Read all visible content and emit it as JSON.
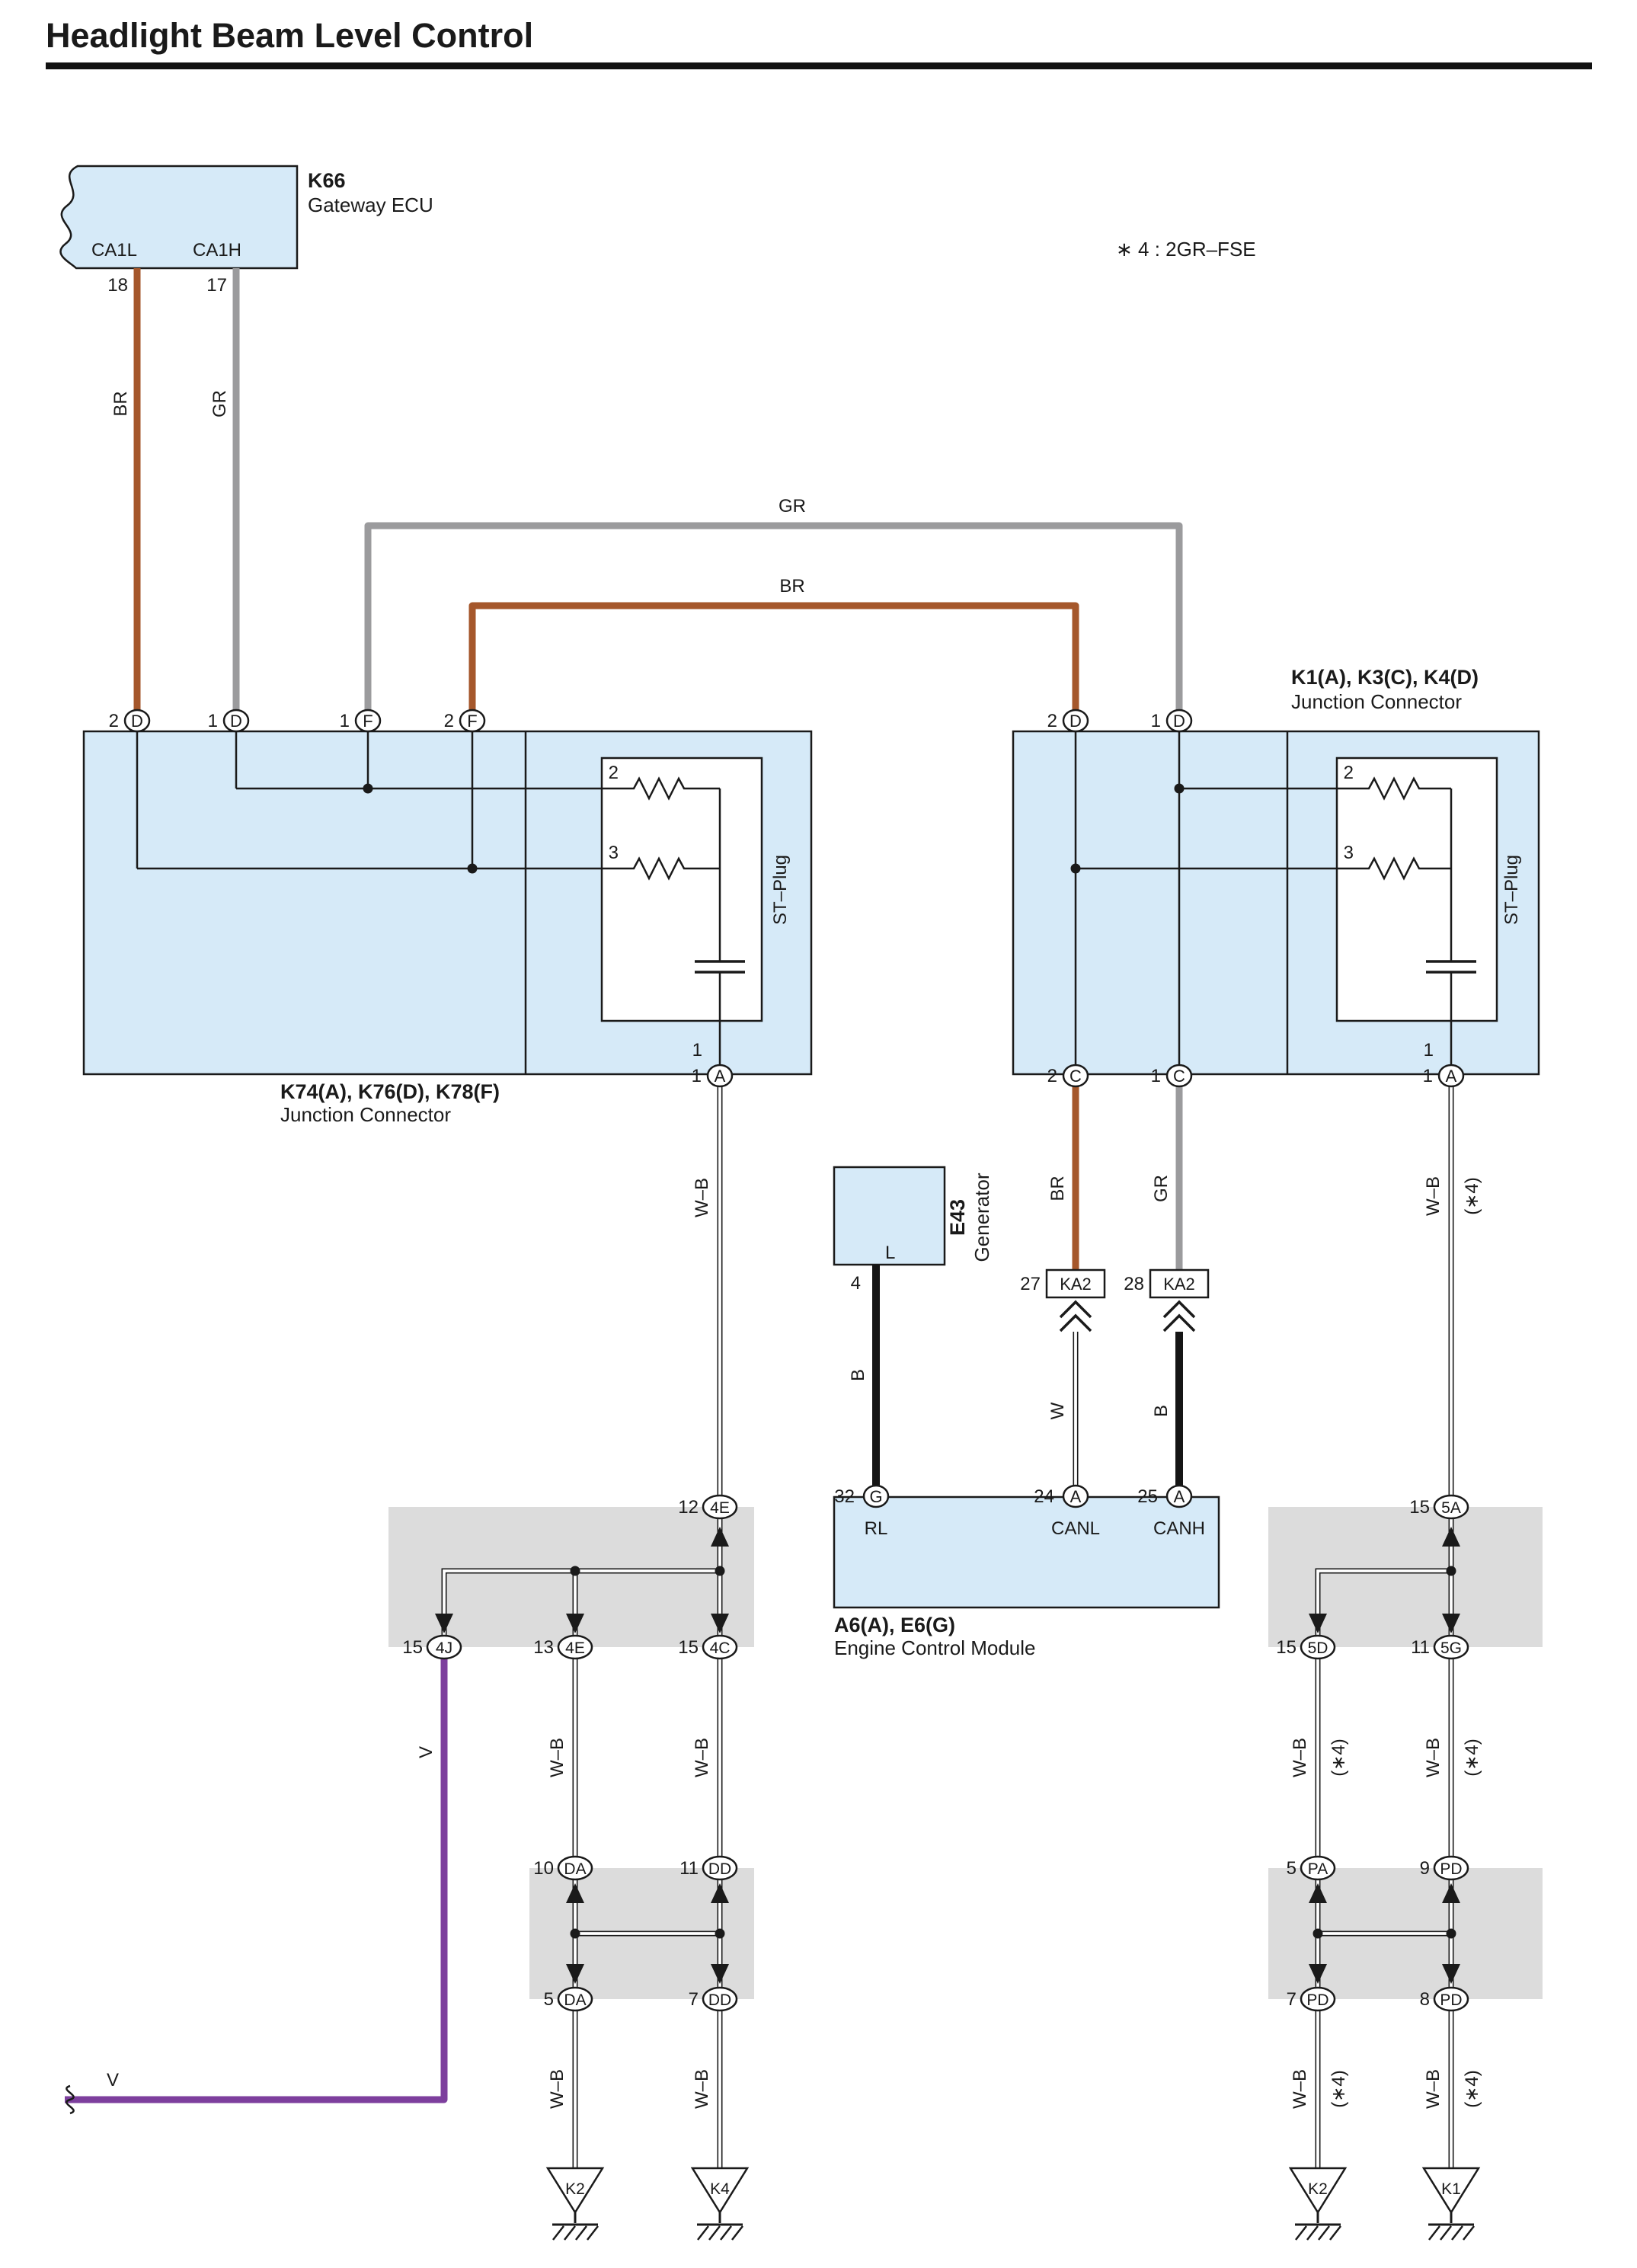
{
  "palette": {
    "box_fill": "#d6eaf8",
    "band_fill": "#dcdcdc",
    "wire_br": "#a5572b",
    "wire_gr": "#9b9b9d",
    "wire_v": "#7d3f9d",
    "wire_b": "#151515"
  },
  "title": "Headlight Beam Level Control",
  "note": "∗ 4 : 2GR–FSE",
  "gateway": {
    "code": "K66",
    "name": "Gateway ECU",
    "pin1_num": "18",
    "pin1_name": "CA1L",
    "pin2_num": "17",
    "pin2_name": "CA1H"
  },
  "wire": {
    "br": "BR",
    "gr": "GR",
    "wb": "W–B",
    "w": "W",
    "b": "B",
    "v": "V",
    "star4": "(∗4)"
  },
  "left_jc": {
    "code": "K74(A), K76(D), K78(F)",
    "name": "Junction Connector",
    "stplug": "ST–Plug",
    "res2": "2",
    "res3": "3",
    "inner_pin": "1",
    "t1_num": "2",
    "t1_ltr": "D",
    "t2_num": "1",
    "t2_ltr": "D",
    "t3_num": "1",
    "t3_ltr": "F",
    "t4_num": "2",
    "t4_ltr": "F",
    "b1_num": "1",
    "b1_ltr": "A"
  },
  "right_jc": {
    "code": "K1(A), K3(C), K4(D)",
    "name": "Junction Connector",
    "stplug": "ST–Plug",
    "res2": "2",
    "res3": "3",
    "inner_pin": "1",
    "t1_num": "2",
    "t1_ltr": "D",
    "t2_num": "1",
    "t2_ltr": "D",
    "b1_num": "2",
    "b1_ltr": "C",
    "b2_num": "1",
    "b2_ltr": "C",
    "b3_num": "1",
    "b3_ltr": "A"
  },
  "generator": {
    "code": "E43",
    "name": "Generator",
    "terminal": "L",
    "pin_num": "4"
  },
  "ka2_left": {
    "num": "27",
    "label": "KA2"
  },
  "ka2_right": {
    "num": "28",
    "label": "KA2"
  },
  "ecm": {
    "code": "A6(A), E6(G)",
    "name": "Engine Control Module",
    "p1_num": "32",
    "p1_ltr": "G",
    "p1_sig": "RL",
    "p2_num": "24",
    "p2_ltr": "A",
    "p2_sig": "CANL",
    "p3_num": "25",
    "p3_ltr": "A",
    "p3_sig": "CANH"
  },
  "lband1": {
    "t1_num": "12",
    "t1_ltr": "4E",
    "b1_num": "15",
    "b1_ltr": "4J",
    "b2_num": "13",
    "b2_ltr": "4E",
    "b3_num": "15",
    "b3_ltr": "4C"
  },
  "lband2": {
    "t1_num": "10",
    "t1_ltr": "DA",
    "t2_num": "11",
    "t2_ltr": "DD",
    "b1_num": "5",
    "b1_ltr": "DA",
    "b2_num": "7",
    "b2_ltr": "DD"
  },
  "rband1": {
    "t1_num": "15",
    "t1_ltr": "5A",
    "b1_num": "15",
    "b1_ltr": "5D",
    "b2_num": "11",
    "b2_ltr": "5G"
  },
  "rband2": {
    "t1_num": "5",
    "t1_ltr": "PA",
    "t2_num": "9",
    "t2_ltr": "PD",
    "b1_num": "7",
    "b1_ltr": "PD",
    "b2_num": "8",
    "b2_ltr": "PD"
  },
  "grounds": {
    "g1": "K2",
    "g2": "K4",
    "g3": "K2",
    "g4": "K1"
  }
}
